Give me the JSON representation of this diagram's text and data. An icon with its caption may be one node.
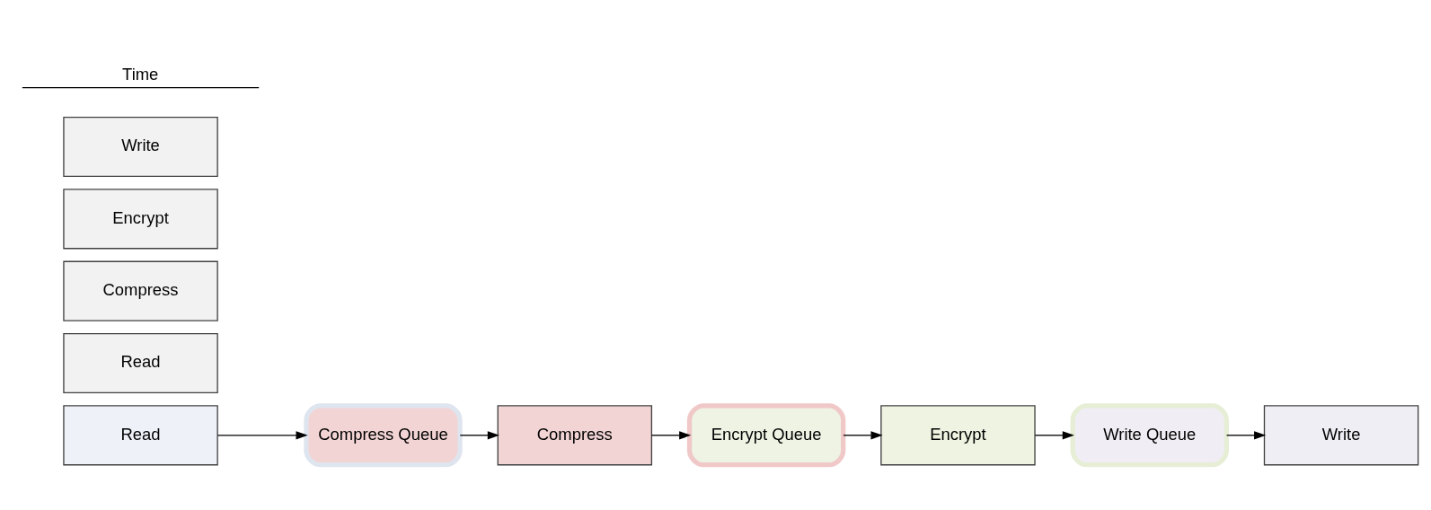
{
  "diagram": {
    "nodes": [
      {
        "text": [
          "Read"
        ]
      },
      {
        "text": [
          "Compress Queue"
        ]
      },
      {
        "text": [
          "Compress"
        ]
      },
      {
        "text": [
          "Encrypt Queue"
        ]
      },
      {
        "text": [
          "Encrypt"
        ]
      },
      {
        "text": [
          "Write Queue"
        ]
      },
      {
        "text": [
          "Write"
        ]
      },
      {
        "text": [
          "Read"
        ]
      },
      {
        "text": [
          "Compress"
        ]
      },
      {
        "text": [
          "Encrypt"
        ]
      },
      {
        "text": [
          "Write"
        ]
      }
    ],
    "edges": [
      {
        "from": 0,
        "to": 1,
        "arrow": "to"
      },
      {
        "from": 1,
        "to": 2,
        "arrow": "to"
      },
      {
        "from": 2,
        "to": 3,
        "arrow": "to"
      },
      {
        "from": 3,
        "to": 4,
        "arrow": "to"
      },
      {
        "from": 4,
        "to": 5,
        "arrow": "to"
      },
      {
        "from": 5,
        "to": 6,
        "arrow": "to"
      }
    ],
    "labels": [
      "Time"
    ]
  }
}
